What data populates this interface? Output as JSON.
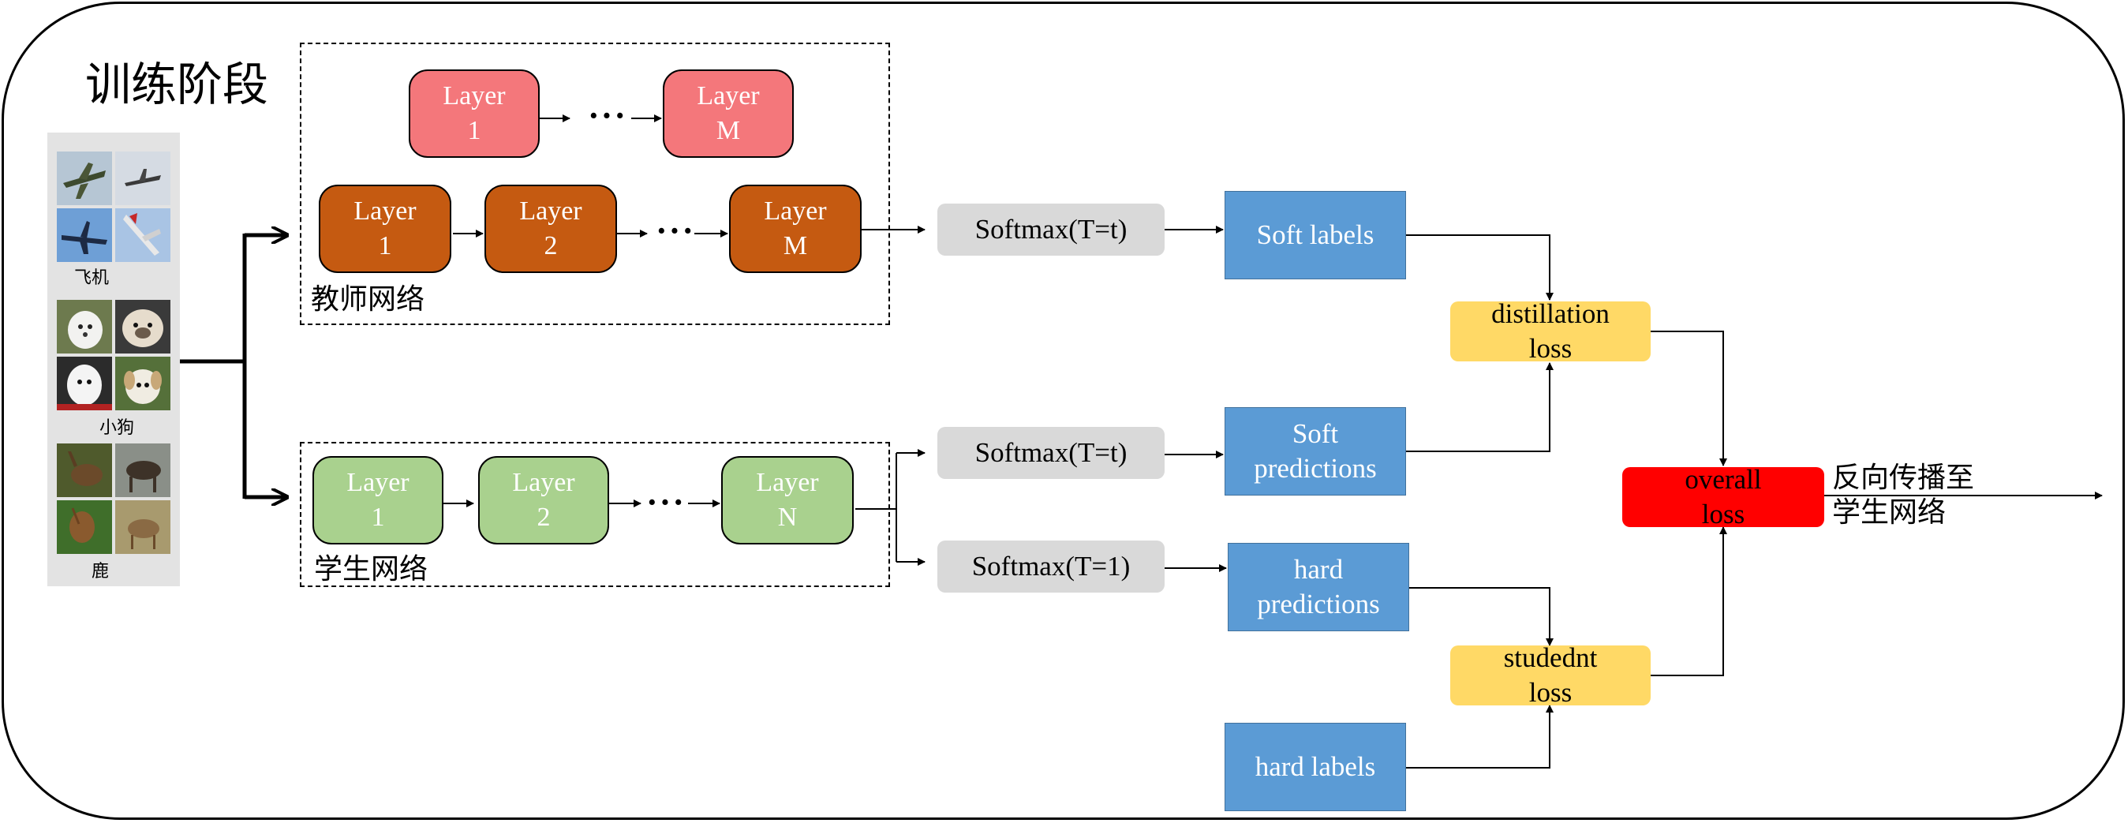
{
  "title": "训练阶段",
  "teacher": {
    "label": "教师网络",
    "top_row": [
      {
        "line1": "Layer",
        "line2": "1"
      },
      {
        "line1": "Layer",
        "line2": "M"
      }
    ],
    "main_row": [
      {
        "line1": "Layer",
        "line2": "1"
      },
      {
        "line1": "Layer",
        "line2": "2"
      },
      {
        "line1": "Layer",
        "line2": "M"
      }
    ],
    "ellipsis": "···"
  },
  "student": {
    "label": "学生网络",
    "row": [
      {
        "line1": "Layer",
        "line2": "1"
      },
      {
        "line1": "Layer",
        "line2": "2"
      },
      {
        "line1": "Layer",
        "line2": "N"
      }
    ],
    "ellipsis": "···"
  },
  "dataset": {
    "groups": [
      {
        "label": "飞机"
      },
      {
        "label": "小狗"
      },
      {
        "label": "鹿"
      }
    ]
  },
  "softmax": {
    "teacher": "Softmax(T=t)",
    "student_soft": "Softmax(T=t)",
    "student_hard": "Softmax(T=1)"
  },
  "outputs": {
    "soft_labels": "Soft labels",
    "soft_predictions": {
      "line1": "Soft",
      "line2": "predictions"
    },
    "hard_predictions": {
      "line1": "hard",
      "line2": "predictions"
    },
    "hard_labels": "hard labels"
  },
  "losses": {
    "distillation": {
      "line1": "distillation",
      "line2": "loss"
    },
    "student": {
      "line1": "studednt",
      "line2": "loss"
    },
    "overall": {
      "line1": "overall",
      "line2": "loss"
    }
  },
  "backprop": {
    "line1": "反向传播至",
    "line2": "学生网络"
  },
  "colors": {
    "teacher_top": "#f4777b",
    "teacher_main": "#c55a11",
    "student": "#a9d18e",
    "softmax": "#d9d9d9",
    "output_blue": "#5b9bd5",
    "loss_yellow": "#ffd966",
    "overall_red": "#ff0000"
  }
}
